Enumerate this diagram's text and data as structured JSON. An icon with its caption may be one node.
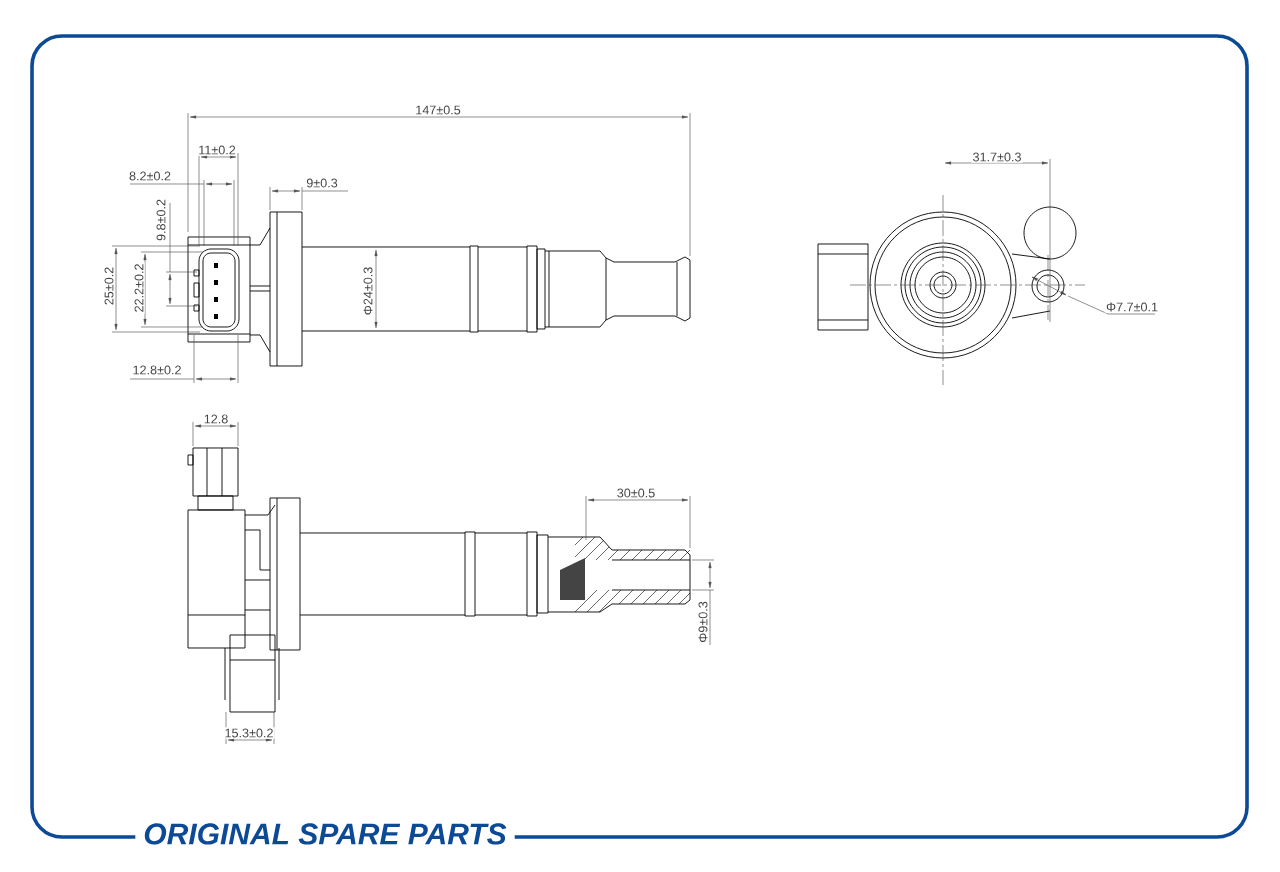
{
  "diagram": {
    "labels": [
      "147±0.5",
      "11±0.2",
      "8.2±0.2",
      "9±0.3",
      "9.8±0.2",
      "25±0.2",
      "22.2±0.2",
      "Φ24±0.3",
      "12.8±0.2",
      "31.7±0.3",
      "Φ7.7±0.1",
      "12.8",
      "30±0.5",
      "Φ9±0.3",
      "15.3±0.2",
      "ORIGINAL SPARE PARTS"
    ]
  }
}
